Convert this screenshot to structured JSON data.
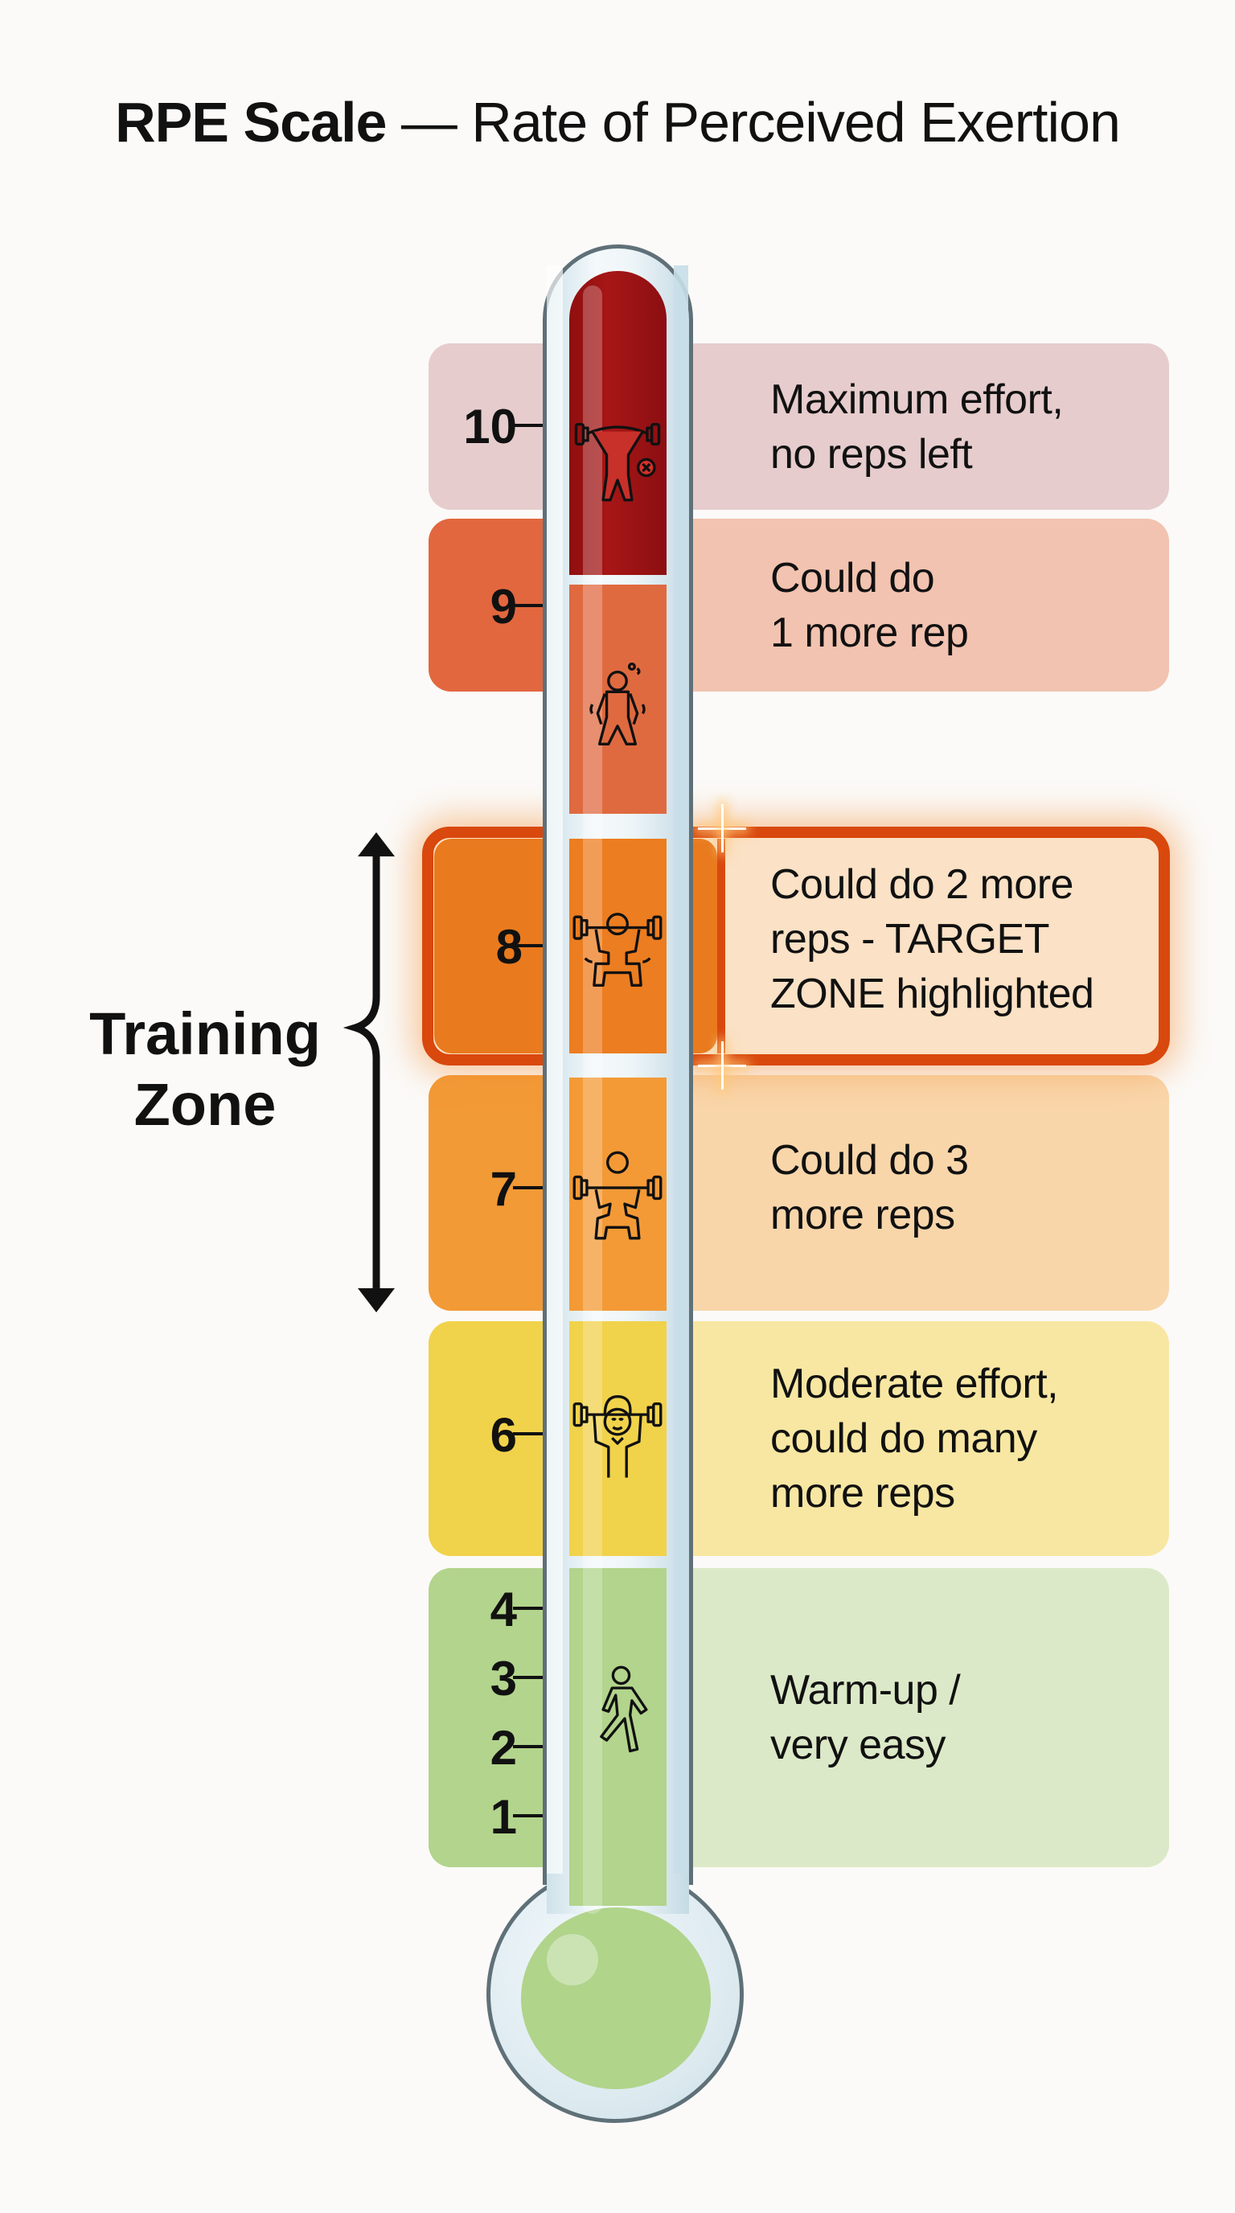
{
  "title": {
    "bold": "RPE Scale",
    "rest": " — Rate of Perceived Exertion"
  },
  "training_zone": {
    "label_line1": "Training",
    "label_line2": "Zone",
    "range": [
      7,
      8
    ]
  },
  "scale": [
    {
      "level": "10",
      "description_line1": "Maximum effort,",
      "description_line2": "no reps left",
      "icon": "max-lift-fail-icon",
      "color_left": "#a71616",
      "color_right": "#e6cccd"
    },
    {
      "level": "9",
      "description_line1": "Could do",
      "description_line2": "1 more rep",
      "icon": "strained-figure-icon",
      "color_left": "#e2673f",
      "color_right": "#f2c3b0"
    },
    {
      "level": "8",
      "description_line1": "Could do 2 more",
      "description_line2": "reps - TARGET",
      "description_line3": "ZONE highlighted",
      "icon": "squat-barbell-icon",
      "color_left": "#e97a1e",
      "color_right": "#fbe1c5",
      "highlighted": true,
      "highlight_border": "#d9480d"
    },
    {
      "level": "7",
      "description_line1": "Could do 3",
      "description_line2": "more reps",
      "icon": "squat-barbell-icon",
      "color_left": "#f29a36",
      "color_right": "#f9d6aa"
    },
    {
      "level": "6",
      "description_line1": "Moderate effort,",
      "description_line2": "could do many",
      "description_line3": "more reps",
      "icon": "smiling-overhead-press-icon",
      "color_left": "#f1d24b",
      "color_right": "#f8e7a2"
    },
    {
      "levels": [
        "4",
        "3",
        "2",
        "1"
      ],
      "description_line1": "Warm-up /",
      "description_line2": "very easy",
      "icon": "walking-figure-icon",
      "color_left": "#b2d48c",
      "color_right": "#dce9c8"
    }
  ]
}
